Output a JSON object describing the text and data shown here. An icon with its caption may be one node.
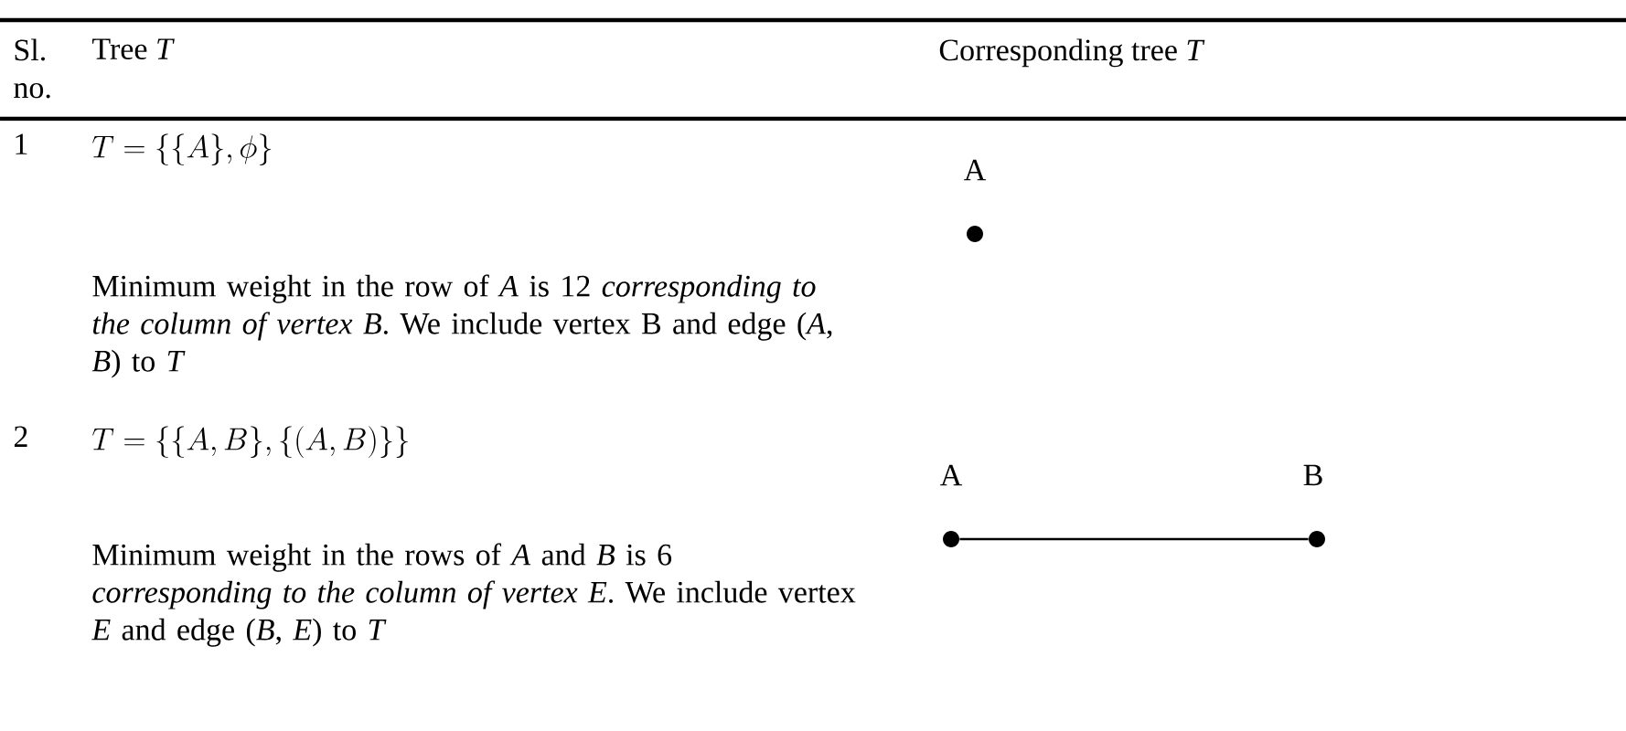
{
  "diagram": {
    "nodes": [
      {
        "text": [],
        "shape": "circle",
        "beside": [
          "A"
        ]
      },
      {
        "text": [],
        "shape": "circle",
        "beside": [
          "A"
        ]
      },
      {
        "text": [],
        "shape": "circle",
        "beside": [
          "B"
        ]
      }
    ],
    "edges": [
      {
        "from": 1,
        "to": 2,
        "arrow": "none"
      }
    ],
    "labels": [
      "Sl. no.",
      "Tree *T*",
      "Corresponding tree *T*",
      "1",
      "T = \\{\\{A\\}, \\phi\\}",
      "Minimum weight in the row of *A* is 12 *corresponding to the column of vertex B*. We include vertex B and edge (*A*, *B*) to *T*",
      "2",
      "T = \\{\\{A, B\\}, \\{(A, B)\\}\\}",
      "Minimum weight in the rows of *A* and *B* is 6 *corresponding to the column of vertex E*. We include vertex *E* and edge (*B*, *E*) to *T*"
    ]
  }
}
